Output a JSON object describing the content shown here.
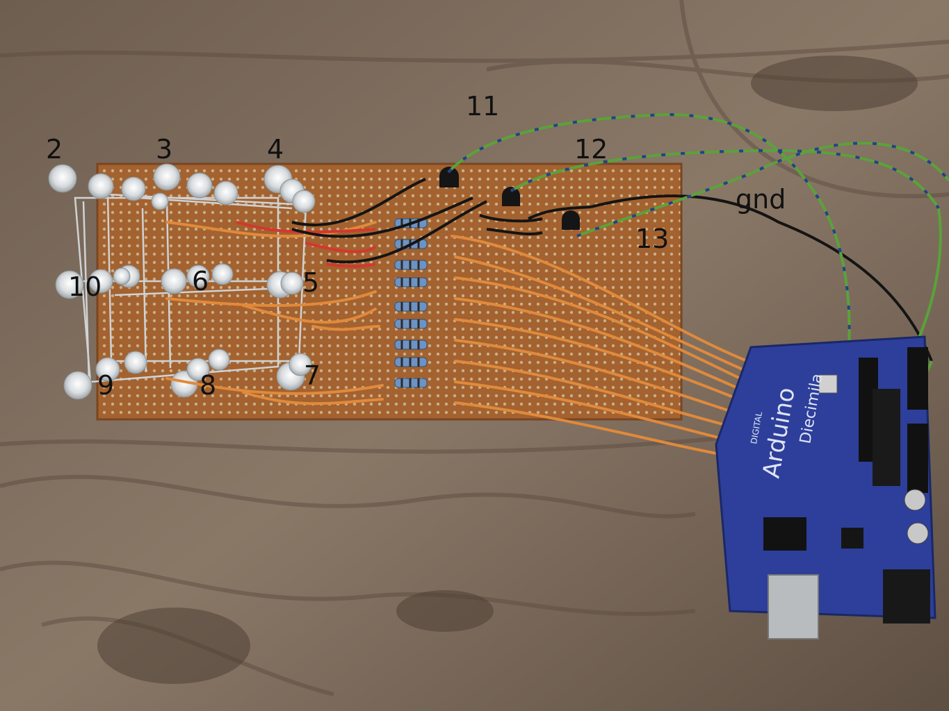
{
  "labels": {
    "pin2": "2",
    "pin3": "3",
    "pin4": "4",
    "pin5": "5",
    "pin6": "6",
    "pin7": "7",
    "pin8": "8",
    "pin9": "9",
    "pin10": "10",
    "pin11": "11",
    "pin12": "12",
    "pin13": "13",
    "gnd": "gnd"
  },
  "board_print": {
    "brand": "Arduino",
    "model": "Diecimila",
    "header": "DIGITAL"
  },
  "colors": {
    "wood": "#8a7867",
    "perfboard": "#a0602e",
    "arduino": "#2d3f9a",
    "orange_wire": "#e08a3c",
    "green_wire": "#5aa23a",
    "black_wire": "#1a1a1a"
  }
}
